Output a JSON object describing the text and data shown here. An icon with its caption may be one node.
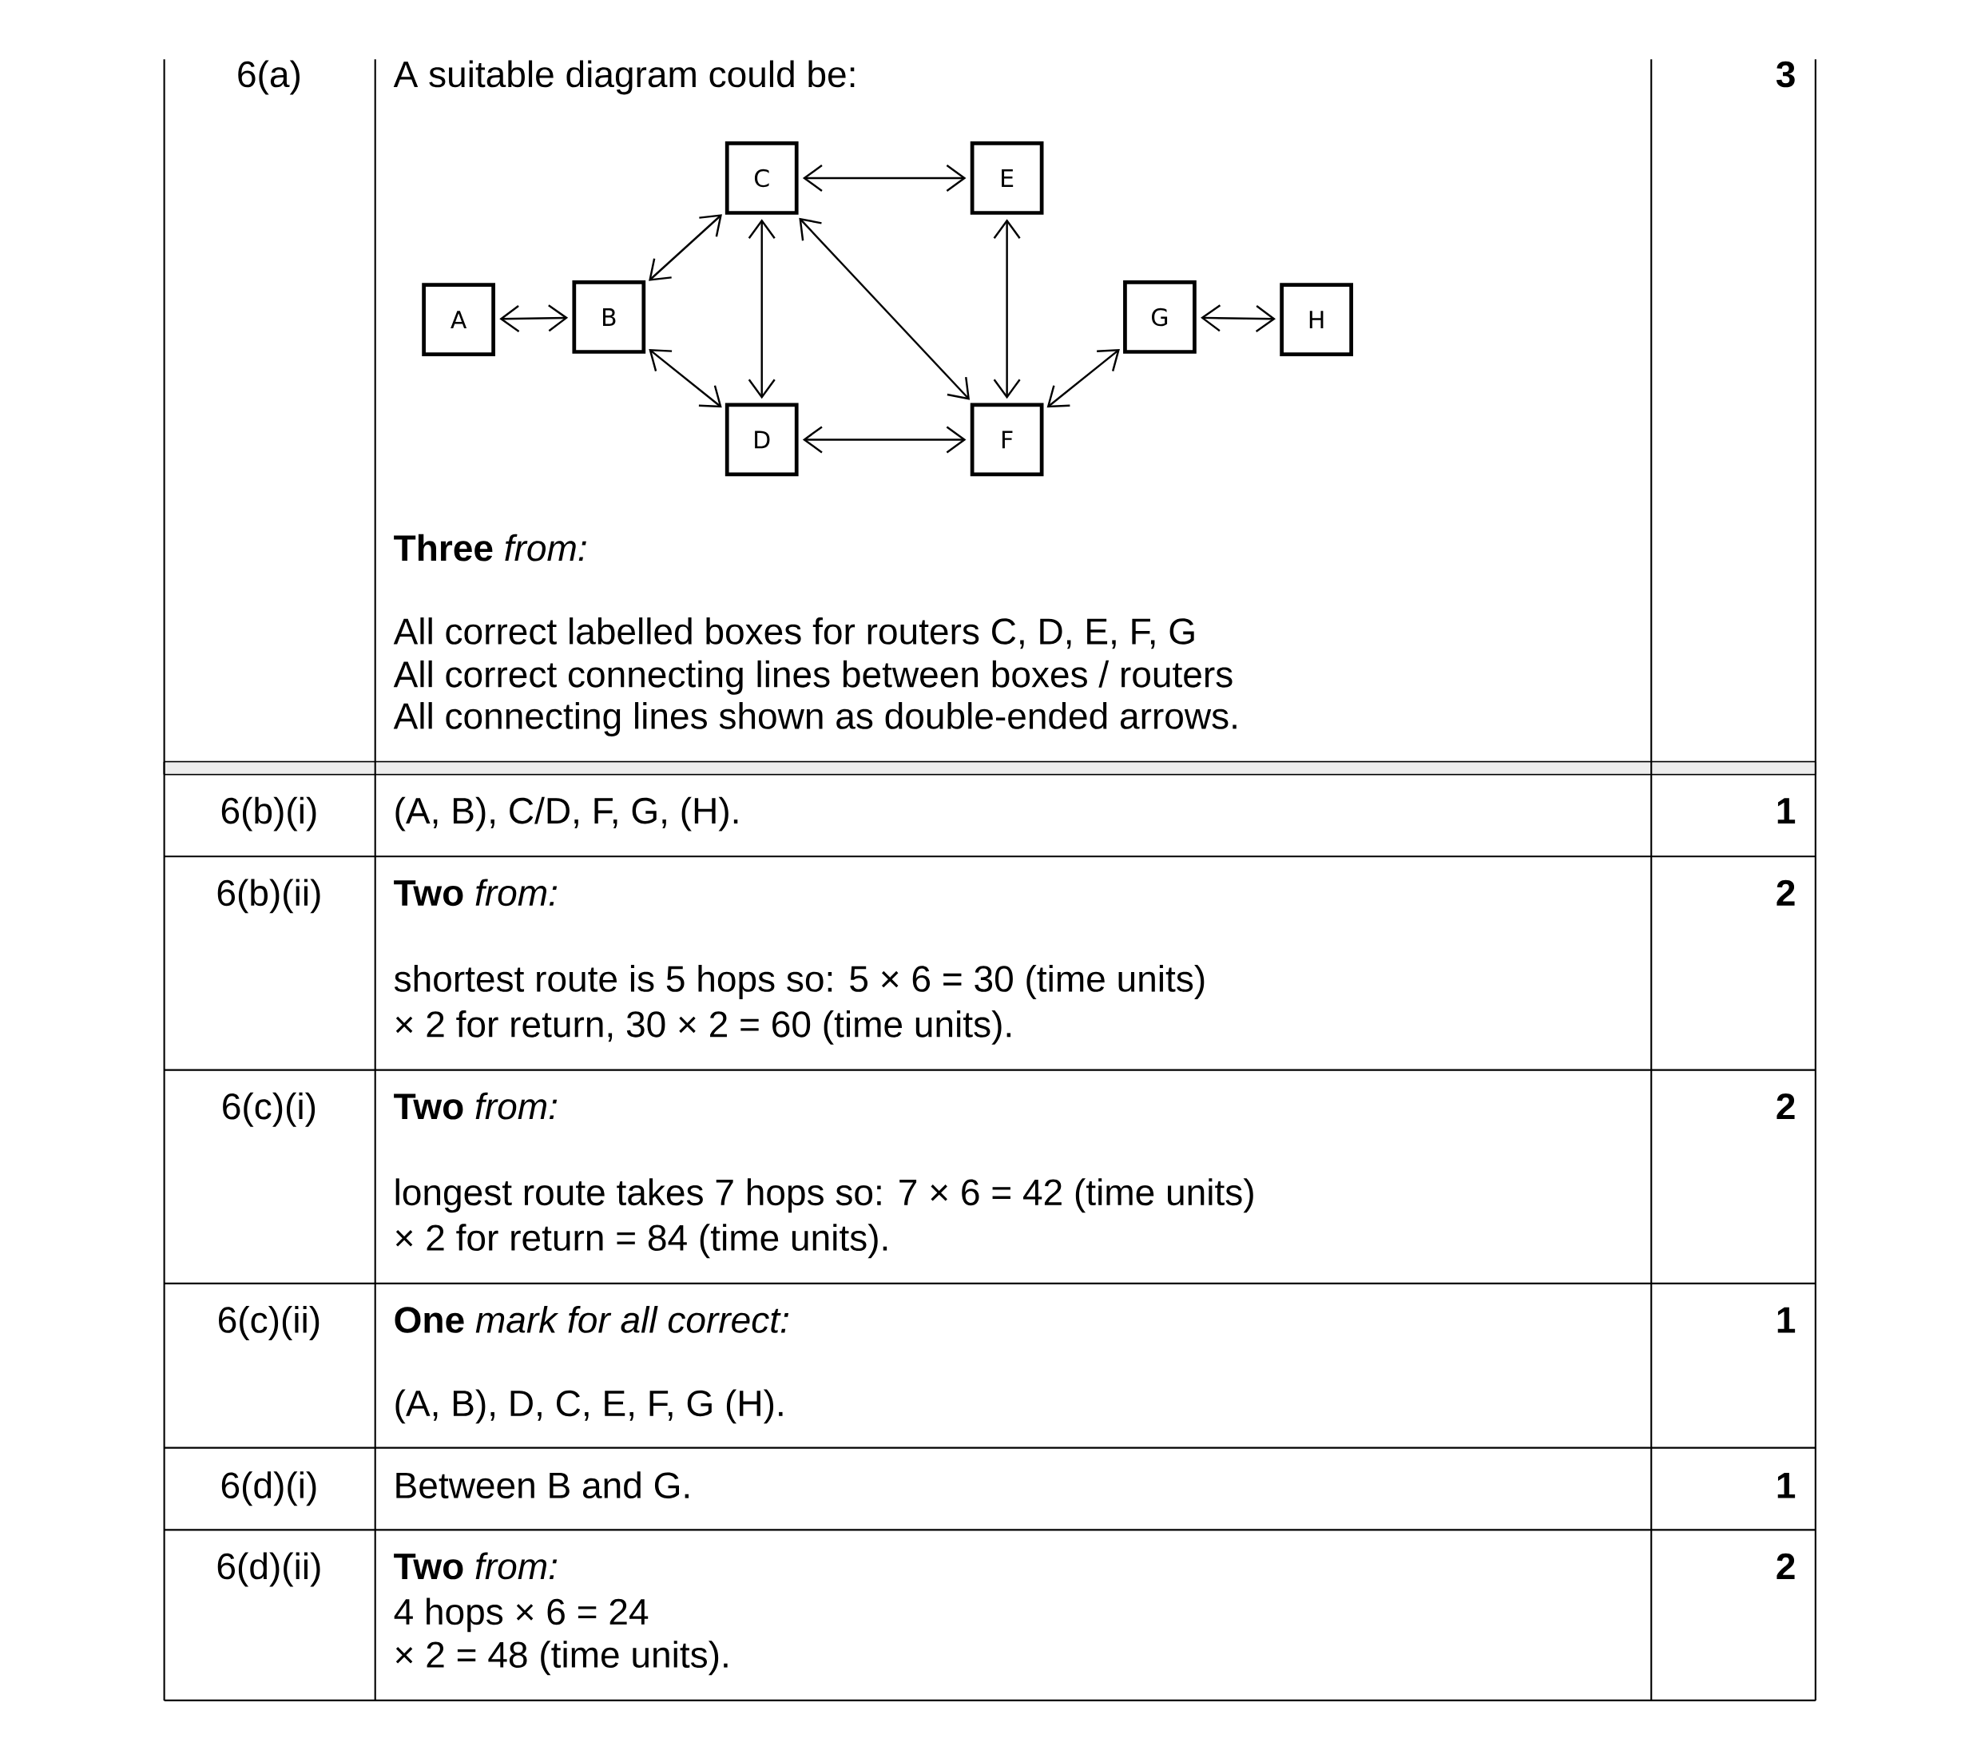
{
  "diagram": {
    "nodes": [
      {
        "text": [
          "C"
        ]
      },
      {
        "text": [
          "E"
        ]
      },
      {
        "text": [
          "A"
        ]
      },
      {
        "text": [
          "B"
        ]
      },
      {
        "text": [
          "G"
        ]
      },
      {
        "text": [
          "H"
        ]
      },
      {
        "text": [
          "D"
        ]
      },
      {
        "text": [
          "F"
        ]
      }
    ],
    "edges": [
      {
        "from": 2,
        "to": 3,
        "arrow": "both"
      },
      {
        "from": 3,
        "to": 0,
        "arrow": "both"
      },
      {
        "from": 0,
        "to": 1,
        "arrow": "both"
      },
      {
        "from": 0,
        "to": 6,
        "arrow": "both"
      },
      {
        "from": 0,
        "to": 7,
        "arrow": "both"
      },
      {
        "from": 1,
        "to": 7,
        "arrow": "both"
      },
      {
        "from": 3,
        "to": 6,
        "arrow": "both"
      },
      {
        "from": 6,
        "to": 7,
        "arrow": "both"
      },
      {
        "from": 7,
        "to": 4,
        "arrow": "both"
      },
      {
        "from": 4,
        "to": 5,
        "arrow": "both"
      }
    ],
    "labels": [
      "6(a)",
      "A suitable diagram could be:",
      "3",
      "**Three** *from:*",
      "All correct labelled boxes for routers C, D, E, F, G",
      "All correct connecting lines between boxes / routers",
      "All connecting lines shown as double-ended arrows.",
      "6(b)(i)",
      "(A, B), C/D, F, G, (H).",
      "1",
      "6(b)(ii)",
      "**Two** *from:*",
      "2",
      "shortest route is 5 hops so: 5 × 6 = 30 (time units)",
      "× 2 for return, 30 × 2 = 60 (time units).",
      "6(c)(i)",
      "**Two** *from:*",
      "2",
      "longest route takes 7 hops so: 7 × 6 = 42 (time units)",
      "× 2 for return = 84 (time units).",
      "6(c)(ii)",
      "**One** *mark for all correct:*",
      "1",
      "(A, B), D, C, E, F, G (H).",
      "6(d)(i)",
      "Between B and G.",
      "1",
      "6(d)(ii)",
      "**Two** *from:*",
      "2",
      "4 hops × 6 = 24",
      "× 2 = 48 (time units)."
    ]
  }
}
